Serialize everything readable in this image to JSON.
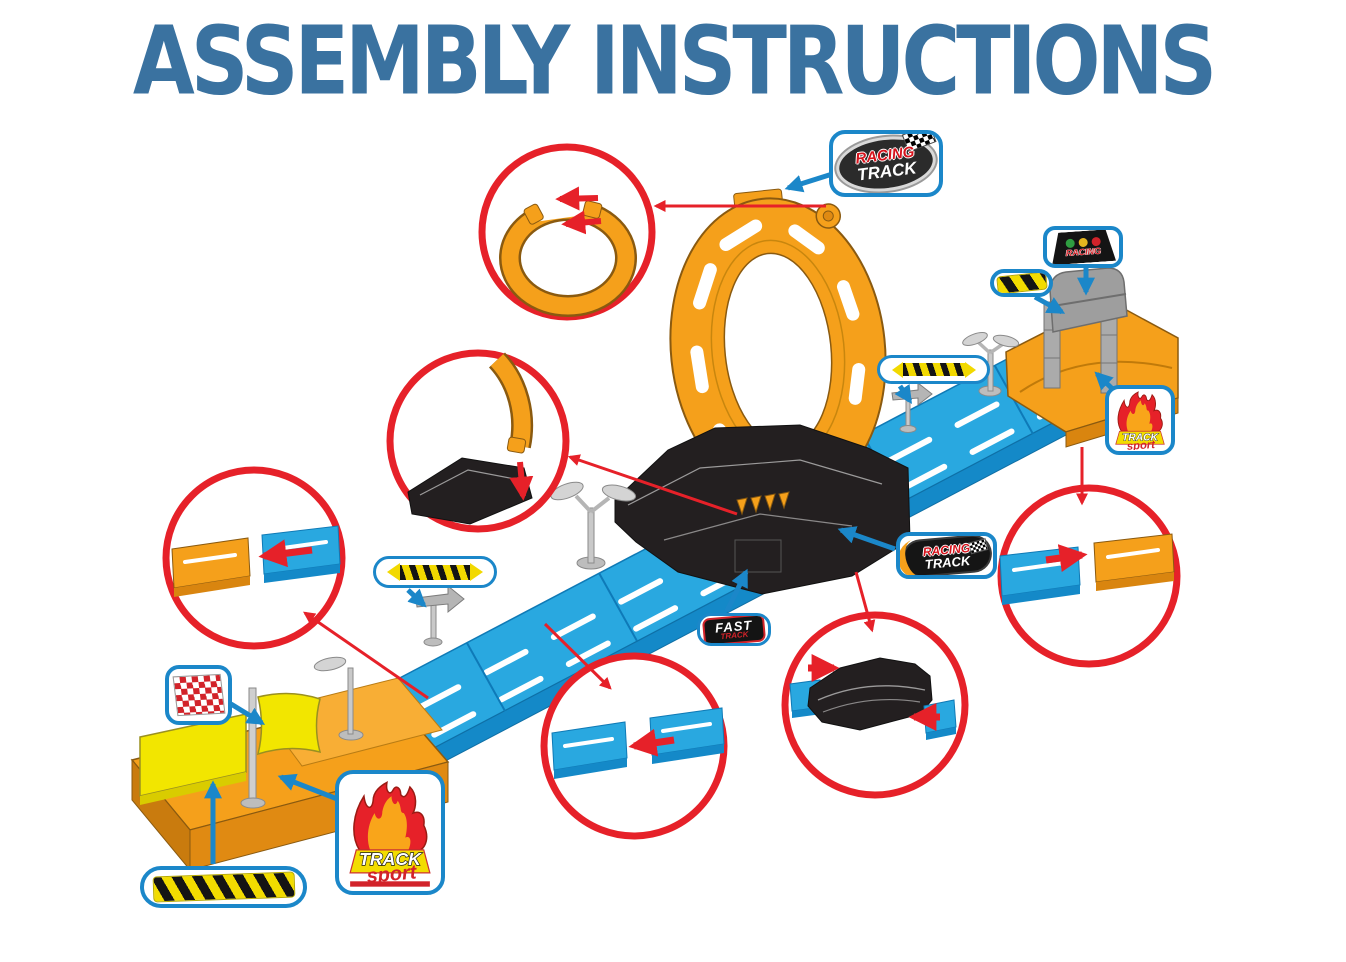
{
  "title": "ASSEMBLY INSTRUCTIONS",
  "badges": {
    "racing_track_top": {
      "word1": "RACING",
      "word2": "TRACK"
    },
    "traffic_light": {
      "word": "RACING"
    },
    "track_sport_right": {
      "word1": "TRACK",
      "word2": "sport"
    },
    "racing_track_mid": {
      "word1": "RACING",
      "word2": "TRACK"
    },
    "fast_track": {
      "word1": "FAST",
      "word2": "TRACK"
    },
    "track_sport_bottom": {
      "word1": "TRACK",
      "word2": "sport"
    }
  },
  "colors": {
    "title_blue": "#3A72A0",
    "track_blue": "#29A8E0",
    "track_blue_dark": "#1489C8",
    "piece_orange": "#F5A01B",
    "piece_orange_dark": "#D9850F",
    "callout_red": "#E62129",
    "sticker_border_blue": "#1B87C9",
    "hazard_yellow": "#F2DC00",
    "base_black": "#231F20"
  }
}
